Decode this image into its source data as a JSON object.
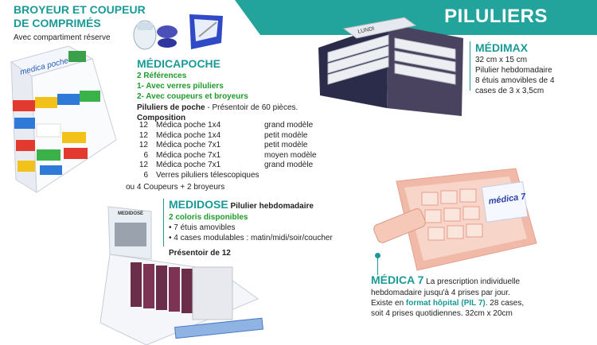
{
  "banner": {
    "title": "PILULIERS"
  },
  "broyeur": {
    "title_line1": "BROYEUR ET COUPEUR",
    "title_line2": "DE COMPRIMÉS",
    "subtitle": "Avec compartiment réserve"
  },
  "medicapoche": {
    "title": "MÉDICAPOCHE",
    "refs": "2 Références",
    "ref1": "1- Avec verres piluliers",
    "ref2": "2- Avec coupeurs et broyeurs",
    "pocket_bold": "Piluliers de poche",
    "pocket_rest": " - Présentoir de 60 pièces.",
    "composition_label": "Composition",
    "rows": [
      {
        "qty": "12",
        "name": "Médica poche 1x4",
        "size": "grand modèle"
      },
      {
        "qty": "12",
        "name": "Médica poche 1x4",
        "size": "petit modèle"
      },
      {
        "qty": "12",
        "name": "Médica poche 7x1",
        "size": "petit modèle"
      },
      {
        "qty": "6",
        "name": "Médica poche 7x1",
        "size": "moyen modèle"
      },
      {
        "qty": "12",
        "name": "Médica poche 7x1",
        "size": "grand modèle"
      }
    ],
    "extra1_qty": "6",
    "extra1": "Verres piluliers télescopiques",
    "extra2": "ou 4  Coupeurs + 2 broyeurs",
    "box_label": "medica poche"
  },
  "medimax": {
    "title": "MÉDIMAX",
    "line1": "32 cm x 15 cm",
    "line2": "Pilulier hebdomadaire",
    "line3": "8 étuis amovibles de 4",
    "line4": "cases de 3 x 3,5cm",
    "box_label": "LUNDI"
  },
  "medidose": {
    "title": "MEDIDOSE",
    "title_rest": " Pilulier  hebdomadaire",
    "colors": "2 coloris disponibles",
    "bullet1": "• 7 étuis amovibles",
    "bullet2": "• 4 cases modulables : matin/midi/soir/coucher",
    "display": "Présentoir de 12",
    "box_label": "MEDIDOSE"
  },
  "medica7": {
    "title": "MÉDICA 7",
    "desc1": " La prescription individuelle",
    "desc2": "hebdomadaire jusqu'à 4 prises par jour.",
    "desc3_pre": "Existe en ",
    "desc3_hl": "format hôpital (PIL 7)",
    "desc3_post": ". 28 cases,",
    "desc4": "soit 4 prises quotidiennes. 32cm x 20cm",
    "box_label": "médica 7"
  },
  "colors": {
    "teal": "#22a39b",
    "green": "#1f9a2a",
    "blue": "#1a4fb3"
  }
}
